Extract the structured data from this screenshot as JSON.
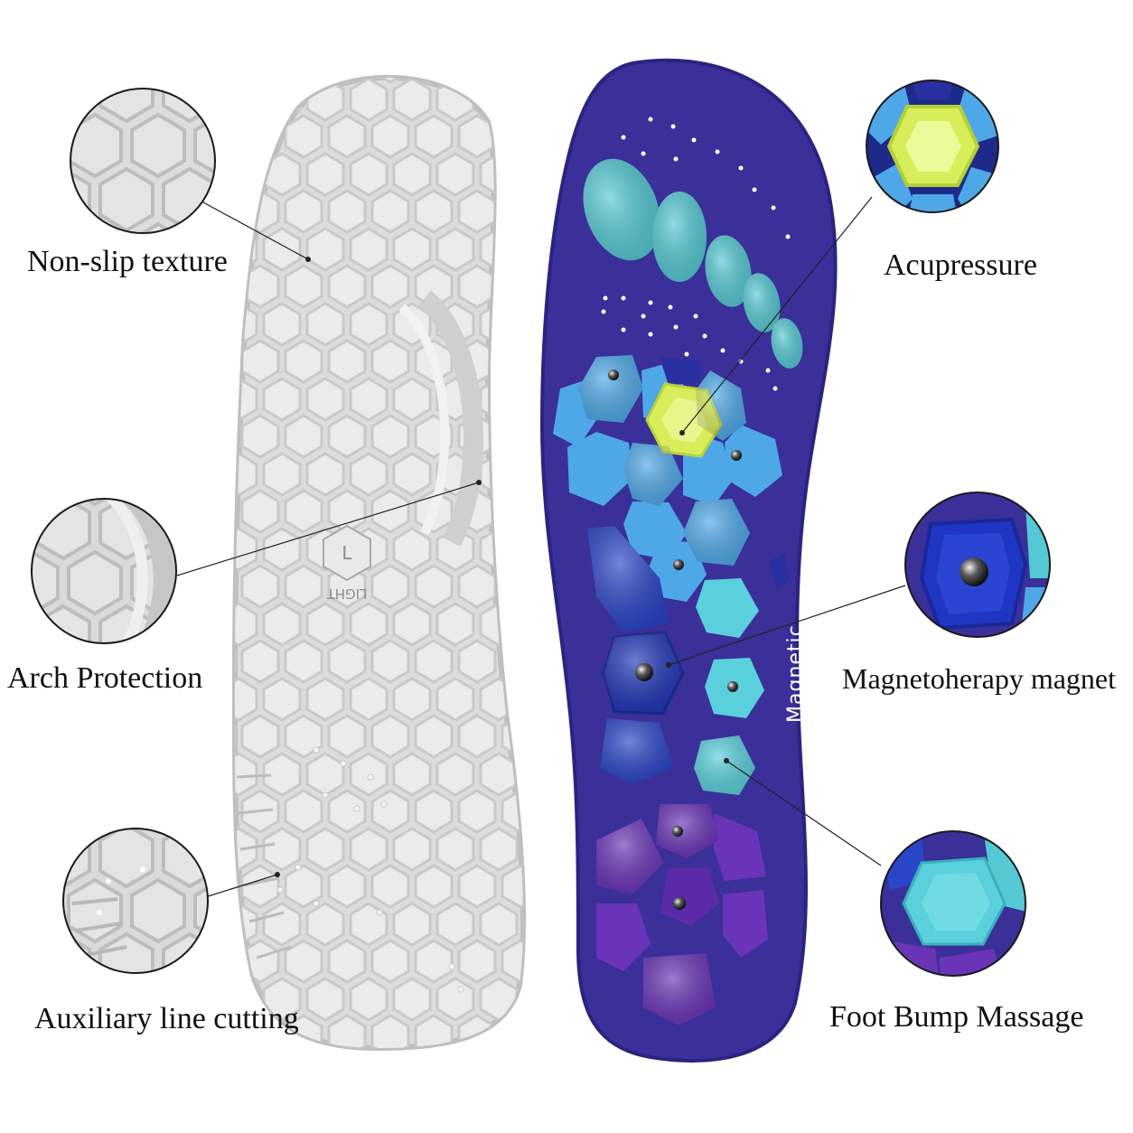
{
  "labels": {
    "non_slip": "Non-slip texture",
    "arch": "Arch Protection",
    "auxiliary": "Auxiliary line cutting",
    "acupressure": "Acupressure",
    "magnet": "Magnetoherapy magnet",
    "bump": "Foot Bump Massage"
  },
  "insole": {
    "printed_text": "Magnetic",
    "sole_mark": "LIGHT"
  },
  "colors": {
    "insole_navy": "#3b2f9a",
    "sole_grey": "#e6e6e6",
    "bump_cyan": "#5ad0dc",
    "bump_blue": "#4aa6e6",
    "bump_royal": "#2a3fc0",
    "bump_violet": "#6a34b8",
    "acupoint_lime": "#d8f060"
  },
  "icons": [
    "hexagon-texture",
    "toe-bump",
    "magnet-dot",
    "callout-circle"
  ]
}
